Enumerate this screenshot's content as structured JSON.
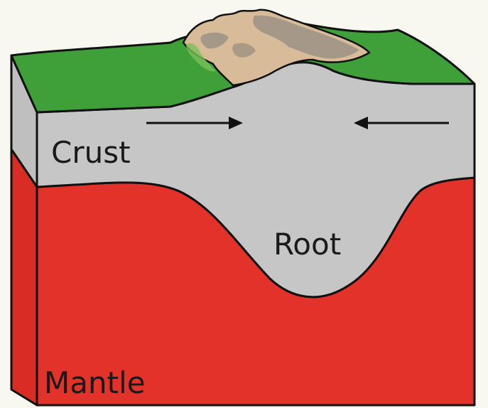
{
  "labels": {
    "crust": "Crust",
    "root": "Root",
    "mantle": "Mantle"
  },
  "colors": {
    "background": "#f8f8f1",
    "surface": "#3fa03a",
    "crust": "#c6c6c6",
    "crust_side": "#bfbfbf",
    "mantle": "#e2322a",
    "mantle_side": "#d92c25",
    "mountain": "#d8bb98",
    "rock": "#9e9285",
    "outline": "#111111"
  },
  "icons": {
    "compression_left": "arrow-right-icon",
    "compression_right": "arrow-left-icon"
  }
}
